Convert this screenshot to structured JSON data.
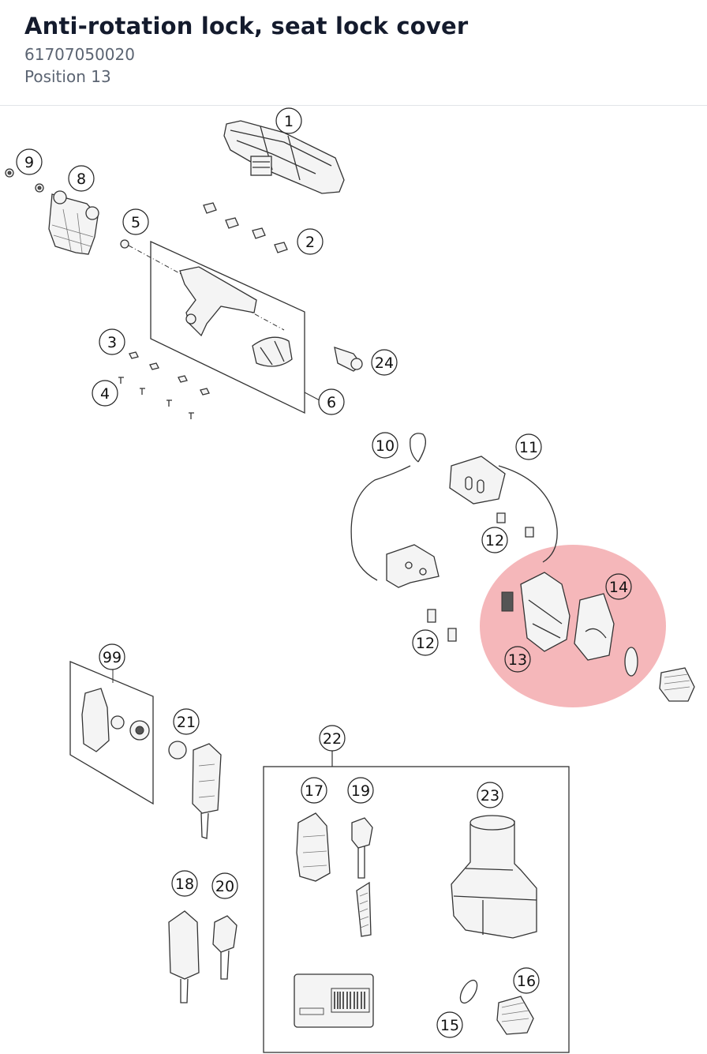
{
  "header": {
    "title": "Anti-rotation lock, seat lock cover",
    "part_number": "61707050020",
    "position": "Position 13"
  },
  "colors": {
    "highlight": "#e8545a",
    "title": "#141b2d",
    "subtitle": "#5b6472",
    "line": "#333333"
  },
  "diagram": {
    "highlighted_position": "13",
    "callouts": [
      "1",
      "2",
      "3",
      "4",
      "5",
      "6",
      "8",
      "9",
      "10",
      "11",
      "12",
      "12",
      "13",
      "14",
      "15",
      "16",
      "17",
      "18",
      "19",
      "20",
      "21",
      "22",
      "23",
      "24",
      "99"
    ]
  }
}
